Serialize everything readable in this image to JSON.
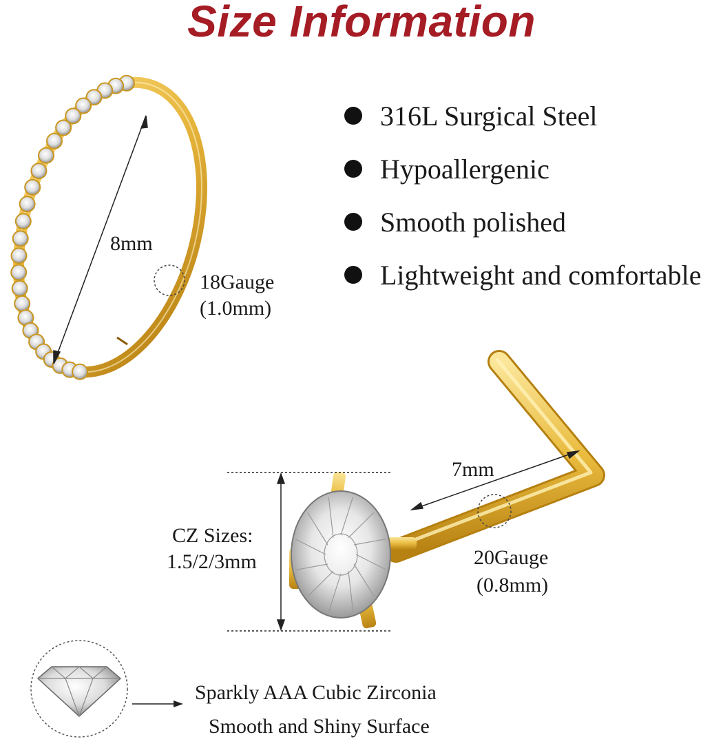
{
  "title": "Size Information",
  "features": [
    "316L Surgical Steel",
    "Hypoallergenic",
    "Smooth polished",
    "Lightweight and comfortable"
  ],
  "ring": {
    "diameter_label": "8mm",
    "gauge_label": "18Gauge",
    "gauge_mm": "(1.0mm)"
  },
  "stud": {
    "length_label": "7mm",
    "gauge_label": "20Gauge",
    "gauge_mm": "(0.8mm)",
    "cz_label": "CZ Sizes:",
    "cz_sizes": "1.5/2/3mm"
  },
  "stone": {
    "line1": "Sparkly AAA Cubic Zirconia",
    "line2": "Smooth and Shiny Surface"
  },
  "colors": {
    "title": "#a51c24",
    "gold": "#e6b43a",
    "gold_dark": "#c98f16"
  }
}
